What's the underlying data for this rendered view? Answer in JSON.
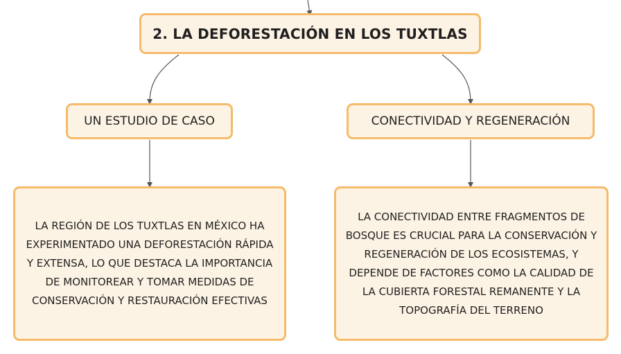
{
  "diagram": {
    "title": "2. LA DEFORESTACIÓN EN LOS TUXTLAS",
    "left_branch": {
      "label": "UN ESTUDIO DE CASO",
      "description": "LA REGIÓN DE LOS TUXTLAS EN MÉXICO HA EXPERIMENTADO UNA DEFORESTACIÓN RÁPIDA Y EXTENSA, LO QUE DESTACA LA IMPORTANCIA DE MONITOREAR Y TOMAR MEDIDAS DE CONSERVACIÓN Y RESTAURACIÓN EFECTIVAS"
    },
    "right_branch": {
      "label": "CONECTIVIDAD Y REGENERACIÓN",
      "description": "LA CONECTIVIDAD ENTRE FRAGMENTOS DE BOSQUE ES CRUCIAL PARA LA CONSERVACIÓN Y REGENERACIÓN DE LOS ECOSISTEMAS, Y DEPENDE DE FACTORES COMO LA CALIDAD DE LA CUBIERTA FORESTAL REMANENTE Y LA TOPOGRAFÍA DEL TERRENO"
    }
  },
  "colors": {
    "node_fill": "#fdf3e4",
    "node_border": "#f5ba6a",
    "connector": "#555555"
  }
}
